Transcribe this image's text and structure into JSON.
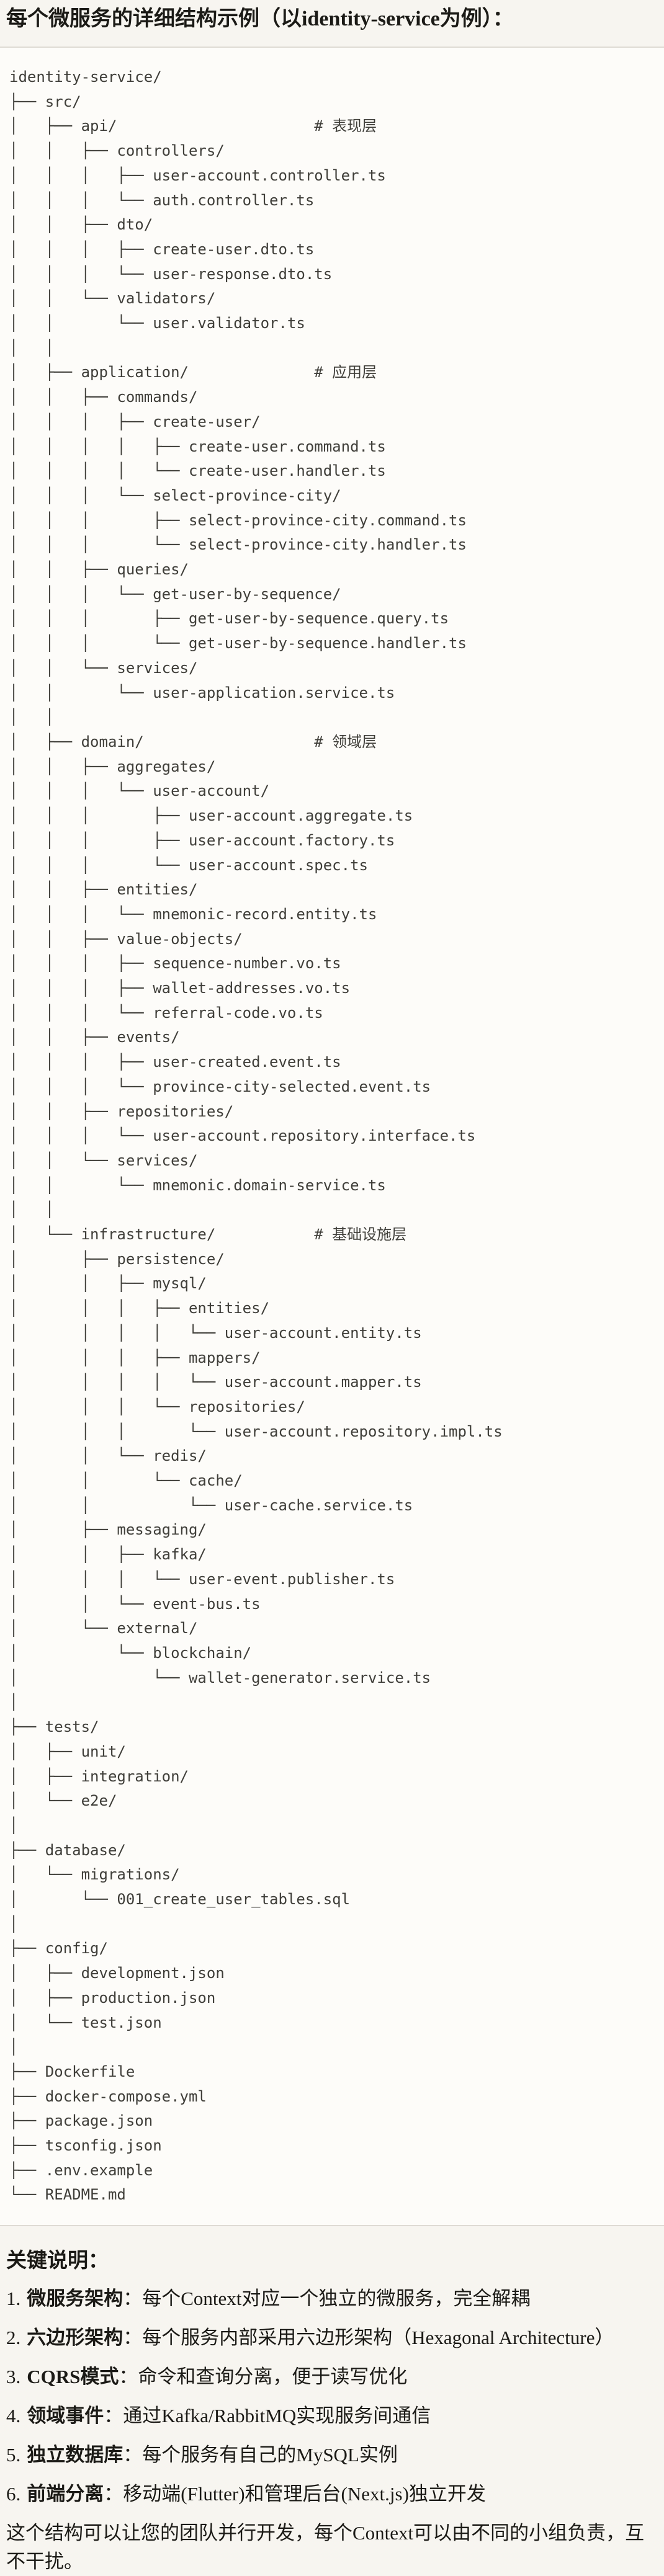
{
  "page": {
    "title": "每个微服务的详细结构示例（以identity-service为例）："
  },
  "code_block": {
    "lines": [
      "identity-service/",
      "├── src/",
      "│   ├── api/                      # 表现层",
      "│   │   ├── controllers/",
      "│   │   │   ├── user-account.controller.ts",
      "│   │   │   └── auth.controller.ts",
      "│   │   ├── dto/",
      "│   │   │   ├── create-user.dto.ts",
      "│   │   │   └── user-response.dto.ts",
      "│   │   └── validators/",
      "│   │       └── user.validator.ts",
      "│   │",
      "│   ├── application/              # 应用层",
      "│   │   ├── commands/",
      "│   │   │   ├── create-user/",
      "│   │   │   │   ├── create-user.command.ts",
      "│   │   │   │   └── create-user.handler.ts",
      "│   │   │   └── select-province-city/",
      "│   │   │       ├── select-province-city.command.ts",
      "│   │   │       └── select-province-city.handler.ts",
      "│   │   ├── queries/",
      "│   │   │   └── get-user-by-sequence/",
      "│   │   │       ├── get-user-by-sequence.query.ts",
      "│   │   │       └── get-user-by-sequence.handler.ts",
      "│   │   └── services/",
      "│   │       └── user-application.service.ts",
      "│   │",
      "│   ├── domain/                   # 领域层",
      "│   │   ├── aggregates/",
      "│   │   │   └── user-account/",
      "│   │   │       ├── user-account.aggregate.ts",
      "│   │   │       ├── user-account.factory.ts",
      "│   │   │       └── user-account.spec.ts",
      "│   │   ├── entities/",
      "│   │   │   └── mnemonic-record.entity.ts",
      "│   │   ├── value-objects/",
      "│   │   │   ├── sequence-number.vo.ts",
      "│   │   │   ├── wallet-addresses.vo.ts",
      "│   │   │   └── referral-code.vo.ts",
      "│   │   ├── events/",
      "│   │   │   ├── user-created.event.ts",
      "│   │   │   └── province-city-selected.event.ts",
      "│   │   ├── repositories/",
      "│   │   │   └── user-account.repository.interface.ts",
      "│   │   └── services/",
      "│   │       └── mnemonic.domain-service.ts",
      "│   │",
      "│   └── infrastructure/           # 基础设施层",
      "│       ├── persistence/",
      "│       │   ├── mysql/",
      "│       │   │   ├── entities/",
      "│       │   │   │   └── user-account.entity.ts",
      "│       │   │   ├── mappers/",
      "│       │   │   │   └── user-account.mapper.ts",
      "│       │   │   └── repositories/",
      "│       │   │       └── user-account.repository.impl.ts",
      "│       │   └── redis/",
      "│       │       └── cache/",
      "│       │           └── user-cache.service.ts",
      "│       ├── messaging/",
      "│       │   ├── kafka/",
      "│       │   │   └── user-event.publisher.ts",
      "│       │   └── event-bus.ts",
      "│       └── external/",
      "│           └── blockchain/",
      "│               └── wallet-generator.service.ts",
      "│",
      "├── tests/",
      "│   ├── unit/",
      "│   ├── integration/",
      "│   └── e2e/",
      "│",
      "├── database/",
      "│   └── migrations/",
      "│       └── 001_create_user_tables.sql",
      "│",
      "├── config/",
      "│   ├── development.json",
      "│   ├── production.json",
      "│   └── test.json",
      "│",
      "├── Dockerfile",
      "├── docker-compose.yml",
      "├── package.json",
      "├── tsconfig.json",
      "├── .env.example",
      "└── README.md"
    ]
  },
  "notes": {
    "heading": "关键说明：",
    "items": [
      {
        "num": "1.",
        "label": "微服务架构",
        "text": "：每个Context对应一个独立的微服务，完全解耦"
      },
      {
        "num": "2.",
        "label": "六边形架构",
        "text": "：每个服务内部采用六边形架构（Hexagonal Architecture）"
      },
      {
        "num": "3.",
        "label": "CQRS模式",
        "text": "：命令和查询分离，便于读写优化"
      },
      {
        "num": "4.",
        "label": "领域事件",
        "text": "：通过Kafka/RabbitMQ实现服务间通信"
      },
      {
        "num": "5.",
        "label": "独立数据库",
        "text": "：每个服务有自己的MySQL实例"
      },
      {
        "num": "6.",
        "label": "前端分离",
        "text": "：移动端(Flutter)和管理后台(Next.js)独立开发"
      }
    ],
    "closing": "这个结构可以让您的团队并行开发，每个Context可以由不同的小组负责，互不干扰。"
  },
  "colors": {
    "page_bg": "#f7f5f0",
    "code_bg": "#fdfcf9",
    "code_border": "#dedbd4",
    "code_text": "#3f3e39",
    "body_text": "#1b1a16"
  }
}
